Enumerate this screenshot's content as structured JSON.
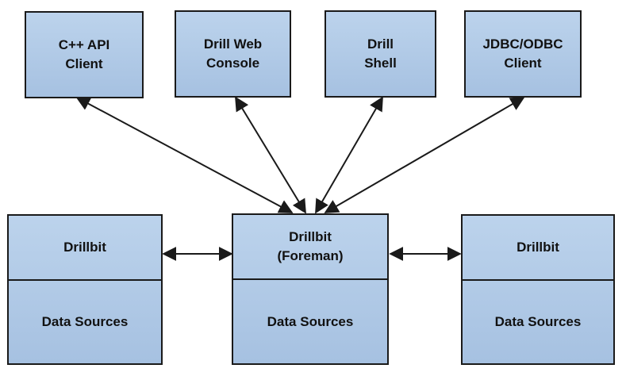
{
  "clients": [
    {
      "label": "C++ API\nClient"
    },
    {
      "label": "Drill Web\nConsole"
    },
    {
      "label": "Drill\nShell"
    },
    {
      "label": "JDBC/ODBC\nClient"
    }
  ],
  "nodes": [
    {
      "top_label": "Drillbit",
      "bottom_label": "Data Sources"
    },
    {
      "top_label": "Drillbit\n(Foreman)",
      "bottom_label": "Data Sources"
    },
    {
      "top_label": "Drillbit",
      "bottom_label": "Data Sources"
    }
  ],
  "colors": {
    "box_fill": "#a6c1e1",
    "box_border": "#1a1a1a",
    "arrow": "#1a1a1a"
  }
}
